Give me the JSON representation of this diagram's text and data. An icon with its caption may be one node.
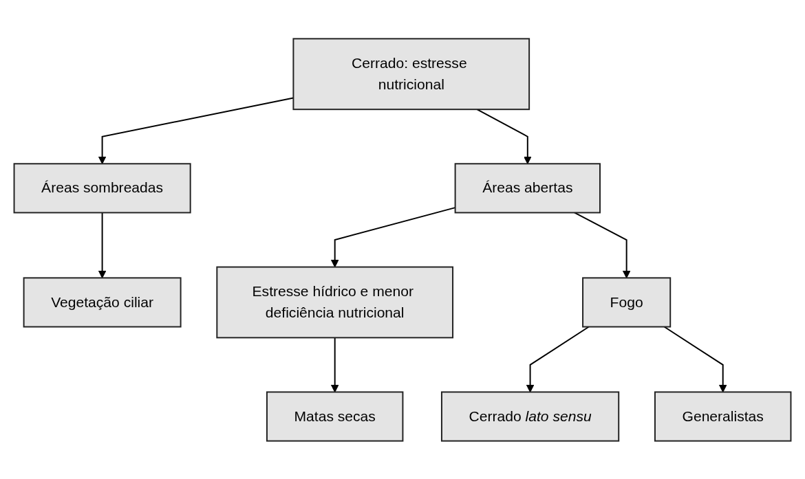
{
  "diagram": {
    "nodes": [
      {
        "text": [
          "Cerrado: estresse nutricional"
        ]
      },
      {
        "text": [
          "Áreas sombreadas"
        ]
      },
      {
        "text": [
          "Áreas abertas"
        ]
      },
      {
        "text": [
          "Vegetação ciliar"
        ]
      },
      {
        "text": [
          "Estresse hídrico e menor deficiência nutricional"
        ]
      },
      {
        "text": [
          "Fogo"
        ]
      },
      {
        "text": [
          "Matas secas"
        ]
      },
      {
        "text": [
          "Cerrado *lato sensu*"
        ]
      },
      {
        "text": [
          "Generalistas"
        ]
      }
    ],
    "edges": [
      {
        "from": 0,
        "to": 1,
        "arrow": "to"
      },
      {
        "from": 0,
        "to": 2,
        "arrow": "to"
      },
      {
        "from": 1,
        "to": 3,
        "arrow": "to"
      },
      {
        "from": 2,
        "to": 4,
        "arrow": "to"
      },
      {
        "from": 2,
        "to": 5,
        "arrow": "to"
      },
      {
        "from": 4,
        "to": 6,
        "arrow": "to"
      },
      {
        "from": 5,
        "to": 7,
        "arrow": "to"
      },
      {
        "from": 5,
        "to": 8,
        "arrow": "to"
      }
    ]
  }
}
